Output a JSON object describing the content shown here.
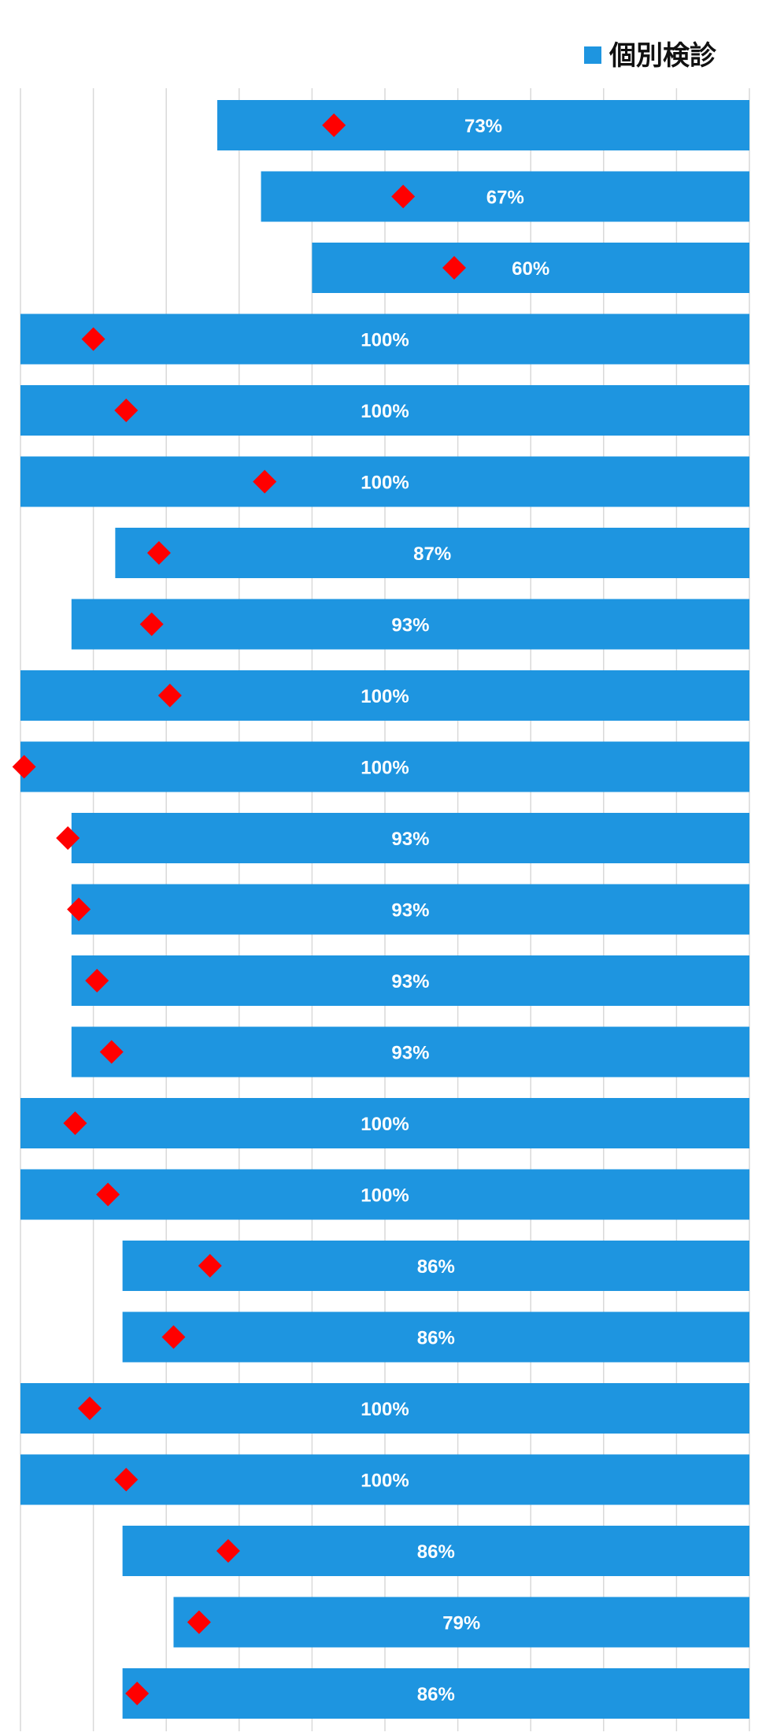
{
  "chart_data": {
    "type": "bar",
    "orientation": "horizontal",
    "legend_position": "top-right",
    "grid": true,
    "xlim": [
      0,
      100
    ],
    "series": [
      {
        "name": "個別検診",
        "color": "#1e95e0",
        "values": [
          73,
          67,
          60,
          100,
          100,
          100,
          87,
          93,
          100,
          100,
          93,
          93,
          93,
          93,
          100,
          100,
          86,
          86,
          100,
          100,
          86,
          79,
          86
        ],
        "labels": [
          "73%",
          "67%",
          "60%",
          "100%",
          "100%",
          "100%",
          "87%",
          "93%",
          "100%",
          "100%",
          "93%",
          "93%",
          "93%",
          "93%",
          "100%",
          "100%",
          "86%",
          "86%",
          "100%",
          "100%",
          "86%",
          "79%",
          "86%"
        ]
      },
      {
        "marker": "diamond",
        "color": "#ff0000",
        "values": [
          57,
          47.5,
          40.5,
          90,
          85.5,
          66.5,
          81,
          82,
          79.5,
          99.5,
          93.5,
          92,
          89.5,
          87.5,
          92.5,
          88,
          74,
          79,
          90.5,
          85.5,
          71.5,
          75.5,
          84
        ]
      }
    ]
  }
}
